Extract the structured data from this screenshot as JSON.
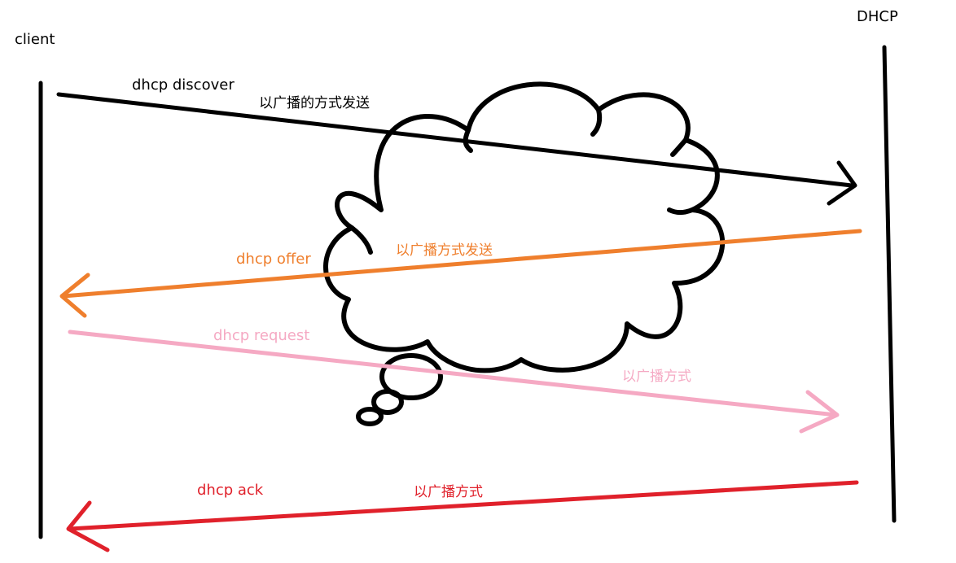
{
  "participants": {
    "client": "client",
    "server": "DHCP"
  },
  "messages": [
    {
      "name": "dhcp discover",
      "note": "以广播的方式发送",
      "color": "#000000",
      "direction": "client-to-server"
    },
    {
      "name": "dhcp offer",
      "note": "以广播方式发送",
      "color": "#ef7f2d",
      "direction": "server-to-client"
    },
    {
      "name": "dhcp request",
      "note": "以广播方式",
      "color": "#f5a9c3",
      "direction": "client-to-server"
    },
    {
      "name": "dhcp ack",
      "note": "以广播方式",
      "color": "#e0212b",
      "direction": "server-to-client"
    }
  ],
  "decorations": {
    "cloud": "thought-cloud"
  }
}
